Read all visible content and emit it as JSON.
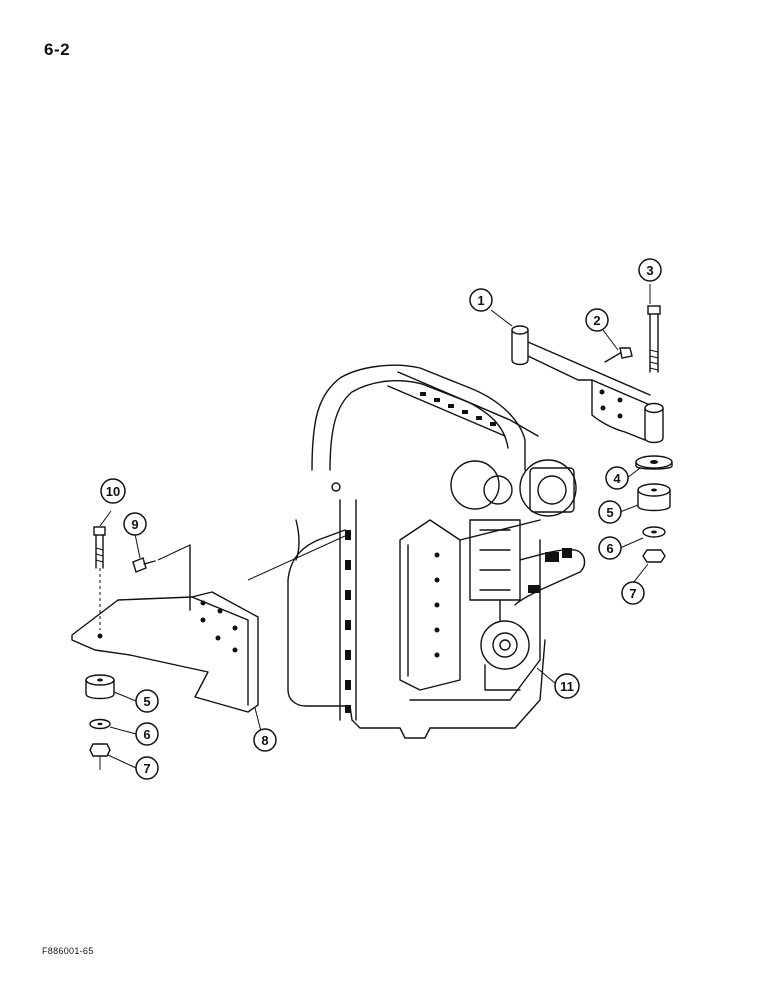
{
  "page": {
    "number": "6-2",
    "figure_id": "F886001-65"
  },
  "callouts": [
    {
      "id": "callout-1",
      "label": "1",
      "part": "bracket"
    },
    {
      "id": "callout-2",
      "label": "2",
      "part": "bolt"
    },
    {
      "id": "callout-3",
      "label": "3",
      "part": "bolt"
    },
    {
      "id": "callout-4",
      "label": "4",
      "part": "washer"
    },
    {
      "id": "callout-5a",
      "label": "5",
      "part": "mount"
    },
    {
      "id": "callout-6a",
      "label": "6",
      "part": "washer"
    },
    {
      "id": "callout-7a",
      "label": "7",
      "part": "nut"
    },
    {
      "id": "callout-8",
      "label": "8",
      "part": "bracket"
    },
    {
      "id": "callout-9",
      "label": "9",
      "part": "bolt"
    },
    {
      "id": "callout-10",
      "label": "10",
      "part": "bolt"
    },
    {
      "id": "callout-5b",
      "label": "5",
      "part": "mount"
    },
    {
      "id": "callout-6b",
      "label": "6",
      "part": "washer"
    },
    {
      "id": "callout-7b",
      "label": "7",
      "part": "nut"
    },
    {
      "id": "callout-11",
      "label": "11",
      "part": "transmission"
    }
  ]
}
